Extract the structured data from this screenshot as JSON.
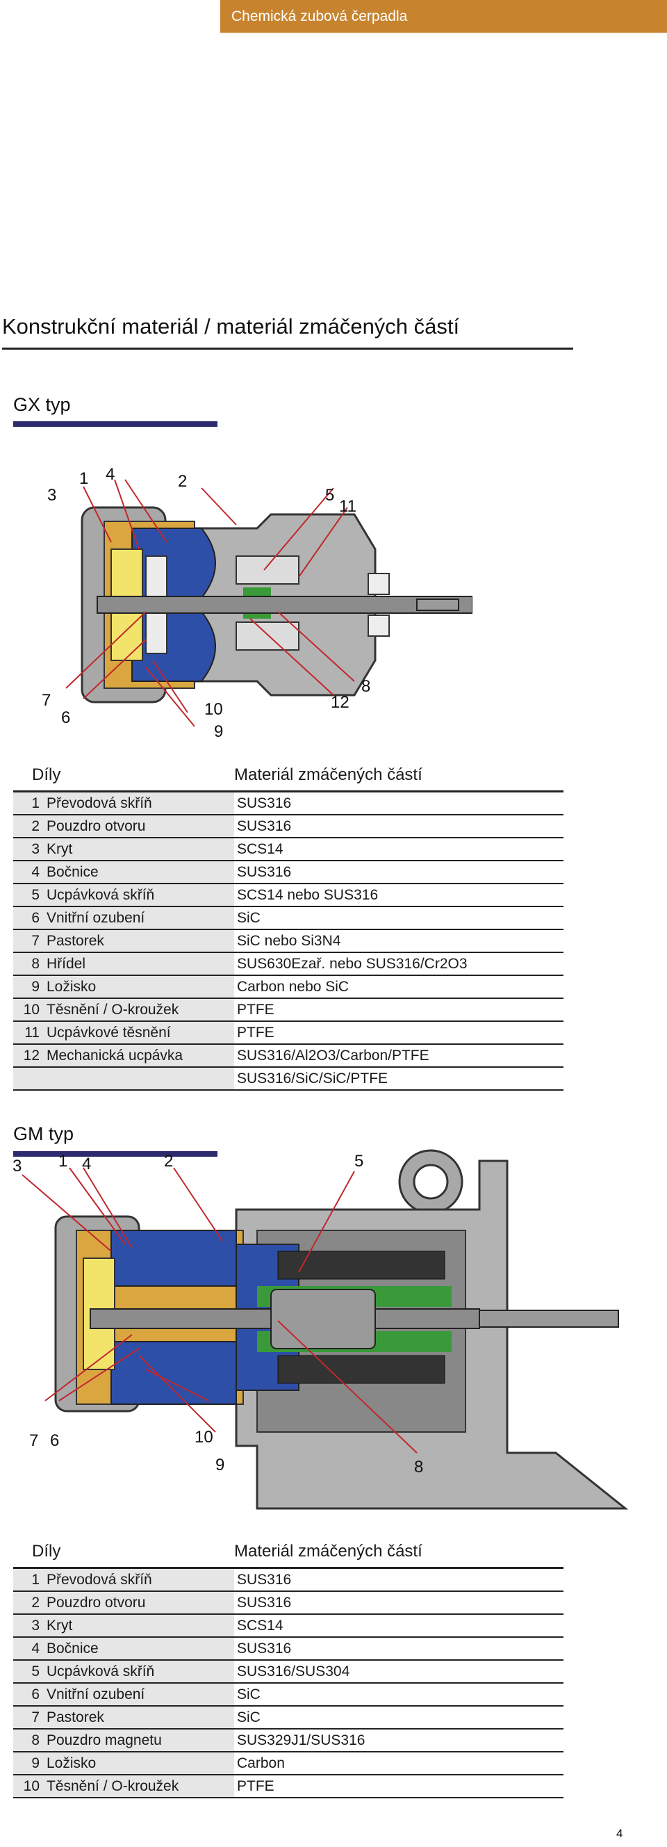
{
  "header": {
    "label": "Chemická zubová čerpadla"
  },
  "section_title": "Konstrukční materiál / materiál zmáčených částí",
  "gx": {
    "title": "GX typ",
    "callouts": [
      "1",
      "2",
      "3",
      "4",
      "5",
      "6",
      "7",
      "8",
      "9",
      "10",
      "11",
      "12"
    ],
    "table": {
      "col_parts": "Díly",
      "col_material": "Materiál zmáčených částí",
      "rows": [
        {
          "num": "1",
          "name": "Převodová skříň",
          "material": "SUS316"
        },
        {
          "num": "2",
          "name": "Pouzdro otvoru",
          "material": "SUS316"
        },
        {
          "num": "3",
          "name": "Kryt",
          "material": "SCS14"
        },
        {
          "num": "4",
          "name": "Bočnice",
          "material": "SUS316"
        },
        {
          "num": "5",
          "name": "Ucpávková skříň",
          "material": "SCS14 nebo SUS316"
        },
        {
          "num": "6",
          "name": "Vnitřní ozubení",
          "material": "SiC"
        },
        {
          "num": "7",
          "name": "Pastorek",
          "material": "SiC nebo Si3N4"
        },
        {
          "num": "8",
          "name": "Hřídel",
          "material": "SUS630Ezař. nebo SUS316/Cr2O3"
        },
        {
          "num": "9",
          "name": "Ložisko",
          "material": "Carbon nebo SiC"
        },
        {
          "num": "10",
          "name": "Těsnění / O-kroužek",
          "material": "PTFE"
        },
        {
          "num": "11",
          "name": "Ucpávkové těsnění",
          "material": "PTFE"
        },
        {
          "num": "12",
          "name": "Mechanická ucpávka",
          "material": "SUS316/Al2O3/Carbon/PTFE"
        }
      ],
      "extra_material": "SUS316/SiC/SiC/PTFE"
    }
  },
  "gm": {
    "title": "GM typ",
    "callouts": [
      "1",
      "2",
      "3",
      "4",
      "5",
      "6",
      "7",
      "8",
      "9",
      "10"
    ],
    "table": {
      "col_parts": "Díly",
      "col_material": "Materiál zmáčených částí",
      "rows": [
        {
          "num": "1",
          "name": "Převodová skříň",
          "material": "SUS316"
        },
        {
          "num": "2",
          "name": "Pouzdro otvoru",
          "material": "SUS316"
        },
        {
          "num": "3",
          "name": "Kryt",
          "material": "SCS14"
        },
        {
          "num": "4",
          "name": "Bočnice",
          "material": "SUS316"
        },
        {
          "num": "5",
          "name": "Ucpávková skříň",
          "material": "SUS316/SUS304"
        },
        {
          "num": "6",
          "name": "Vnitřní ozubení",
          "material": "SiC"
        },
        {
          "num": "7",
          "name": "Pastorek",
          "material": "SiC"
        },
        {
          "num": "8",
          "name": "Pouzdro magnetu",
          "material": "SUS329J1/SUS316"
        },
        {
          "num": "9",
          "name": "Ložisko",
          "material": "Carbon"
        },
        {
          "num": "10",
          "name": "Těsnění / O-kroužek",
          "material": "PTFE"
        }
      ]
    }
  },
  "page_number": "4",
  "colors": {
    "header_bar": "#c8832e",
    "type_rule": "#2e2a6e",
    "housing": "#a8a8a8",
    "brass": "#d9a640",
    "blue": "#2d4fa8",
    "callout_line": "#c0282e"
  }
}
